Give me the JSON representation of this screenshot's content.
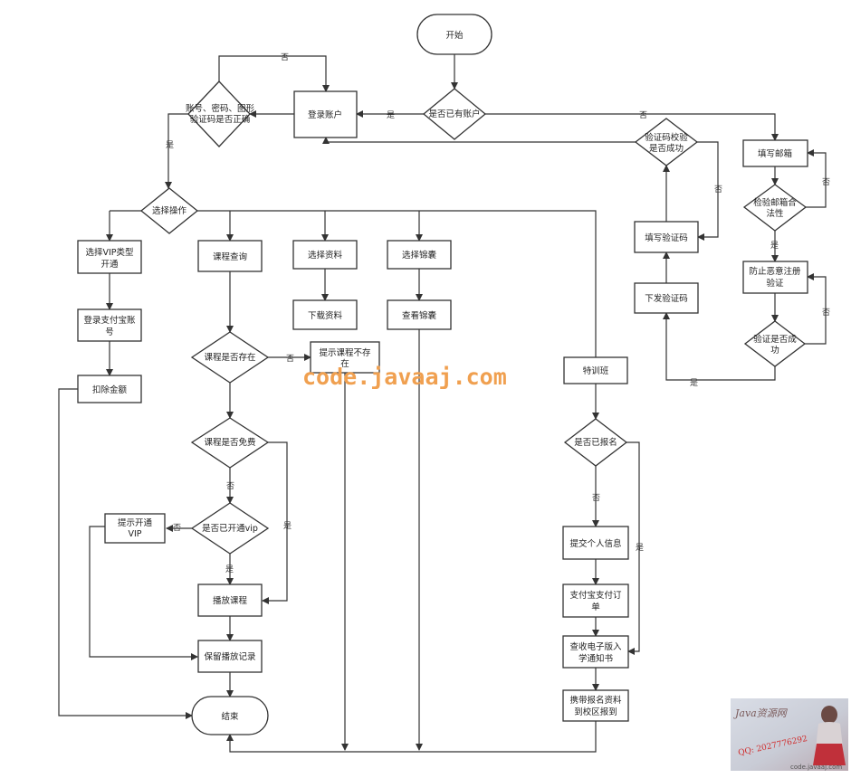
{
  "nodes": {
    "start": "开始",
    "has_account": "是否已有账户",
    "login": "登录账户",
    "verify_credentials": [
      "账号、密码、图形",
      "验证码是否正确"
    ],
    "choose_action": "选择操作",
    "choose_vip": [
      "选择VIP类型",
      "开通"
    ],
    "alipay_login": [
      "登录支付宝账",
      "号"
    ],
    "deduct": "扣除金额",
    "course_query": "课程查询",
    "course_exists": "课程是否存在",
    "prompt_not_exist": [
      "提示课程不存",
      "在"
    ],
    "course_free": "课程是否免费",
    "vip_opened": "是否已开通vip",
    "prompt_vip": [
      "提示开通",
      "VIP"
    ],
    "play_course": "播放课程",
    "save_record": "保留播放记录",
    "end": "结束",
    "choose_material": "选择资料",
    "download_material": "下载资料",
    "choose_tips": "选择锦囊",
    "view_tips": "查看锦囊",
    "training": "特训班",
    "registered": "是否已报名",
    "submit_info": "提交个人信息",
    "alipay_order": [
      "支付宝支付订",
      "单"
    ],
    "check_notice": [
      "查收电子版入",
      "学通知书"
    ],
    "bring_docs": [
      "携带报名资料",
      "到校区报到"
    ],
    "fill_email": "填写邮箱",
    "check_email": [
      "检验邮箱合",
      "法性"
    ],
    "anti_spam": [
      "防止恶意注册",
      "验证"
    ],
    "verify_success": [
      "验证是否成",
      "功"
    ],
    "send_code": "下发验证码",
    "fill_code": "填写验证码",
    "code_success": [
      "验证码校验",
      "是否成功"
    ]
  },
  "labels": {
    "yes": "是",
    "no": "否"
  },
  "watermark": "code.javaaj.com",
  "stamp": {
    "title": "Java资源网",
    "qq": "QQ: 2027776292",
    "site": "code.javaaj.com"
  }
}
